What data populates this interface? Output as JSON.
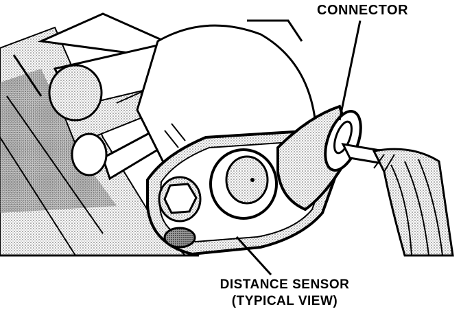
{
  "labels": {
    "connector": "CONNECTOR",
    "sensor_line1": "DISTANCE SENSOR",
    "sensor_line2": "(TYPICAL VIEW)"
  },
  "colors": {
    "ink": "#000000",
    "paper": "#ffffff",
    "stipple": "#bdbdbd"
  }
}
